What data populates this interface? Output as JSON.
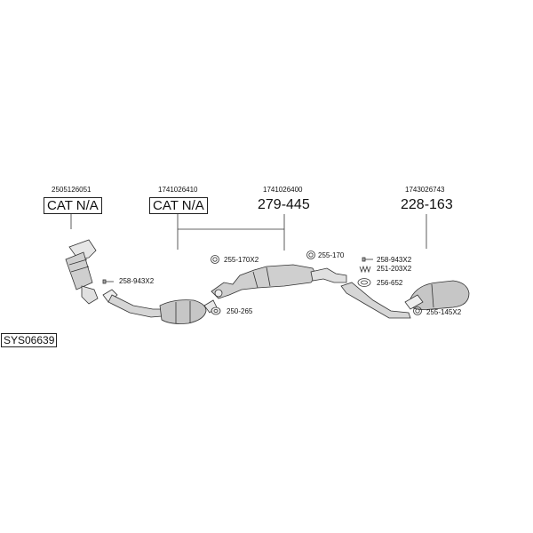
{
  "diagram_id": "SYS06639",
  "groups": [
    {
      "code": "2505126051",
      "label": "CAT N/A"
    },
    {
      "code": "1741026410",
      "label": "CAT N/A"
    },
    {
      "code": "1741026400",
      "label": "279-445"
    },
    {
      "code": "1743026743",
      "label": "228-163"
    }
  ],
  "parts": [
    {
      "label": "258-943X2"
    },
    {
      "label": "255-170X2"
    },
    {
      "label": "250-265"
    },
    {
      "label": "255-170"
    },
    {
      "label": "258-943X2"
    },
    {
      "label": "251-203X2"
    },
    {
      "label": "256-652"
    },
    {
      "label": "255-145X2"
    }
  ]
}
